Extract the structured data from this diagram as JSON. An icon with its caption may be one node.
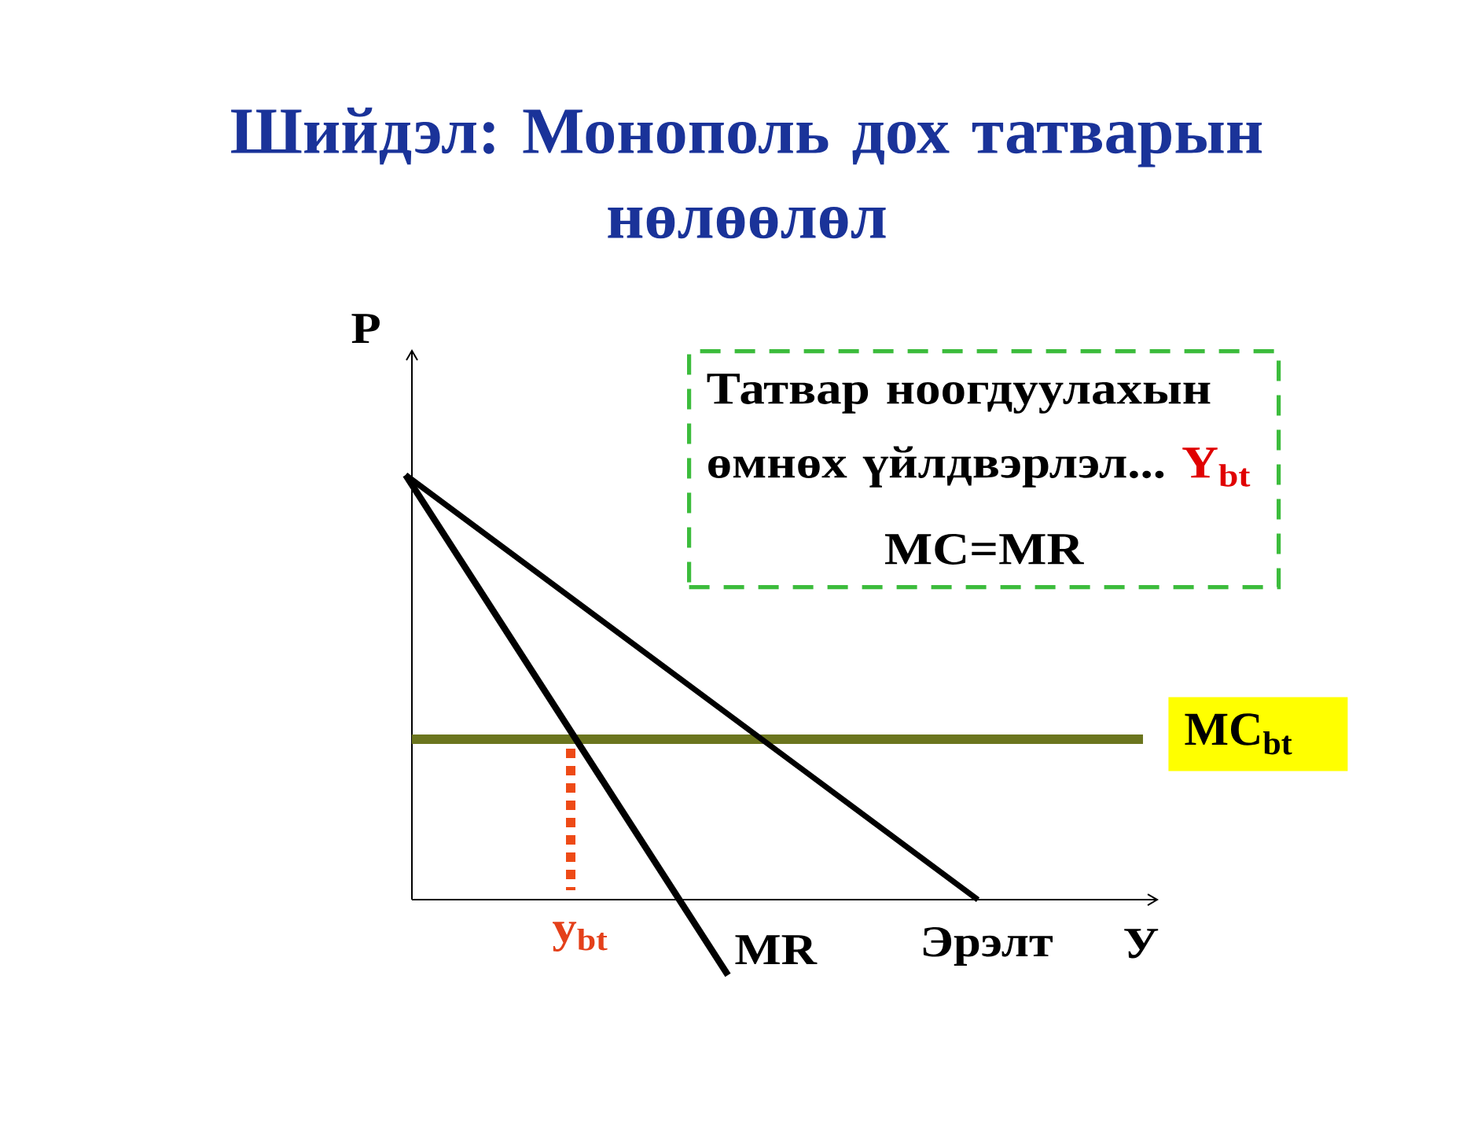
{
  "diagram": {
    "title": "Шийдэл: Монополь дох татварын нөлөөлөл",
    "nodes": [
      {
        "text": [
          "Татвар ноогдуулахын өмнөх үйлдвэрлэл...",
          "Y$_{bt}$",
          "MC=MR"
        ]
      },
      {
        "text": [
          "MC$_{bt}$"
        ]
      }
    ],
    "labels": [
      "P",
      "y$_{bt}$",
      "MR",
      "Эрэлт",
      "У"
    ]
  }
}
